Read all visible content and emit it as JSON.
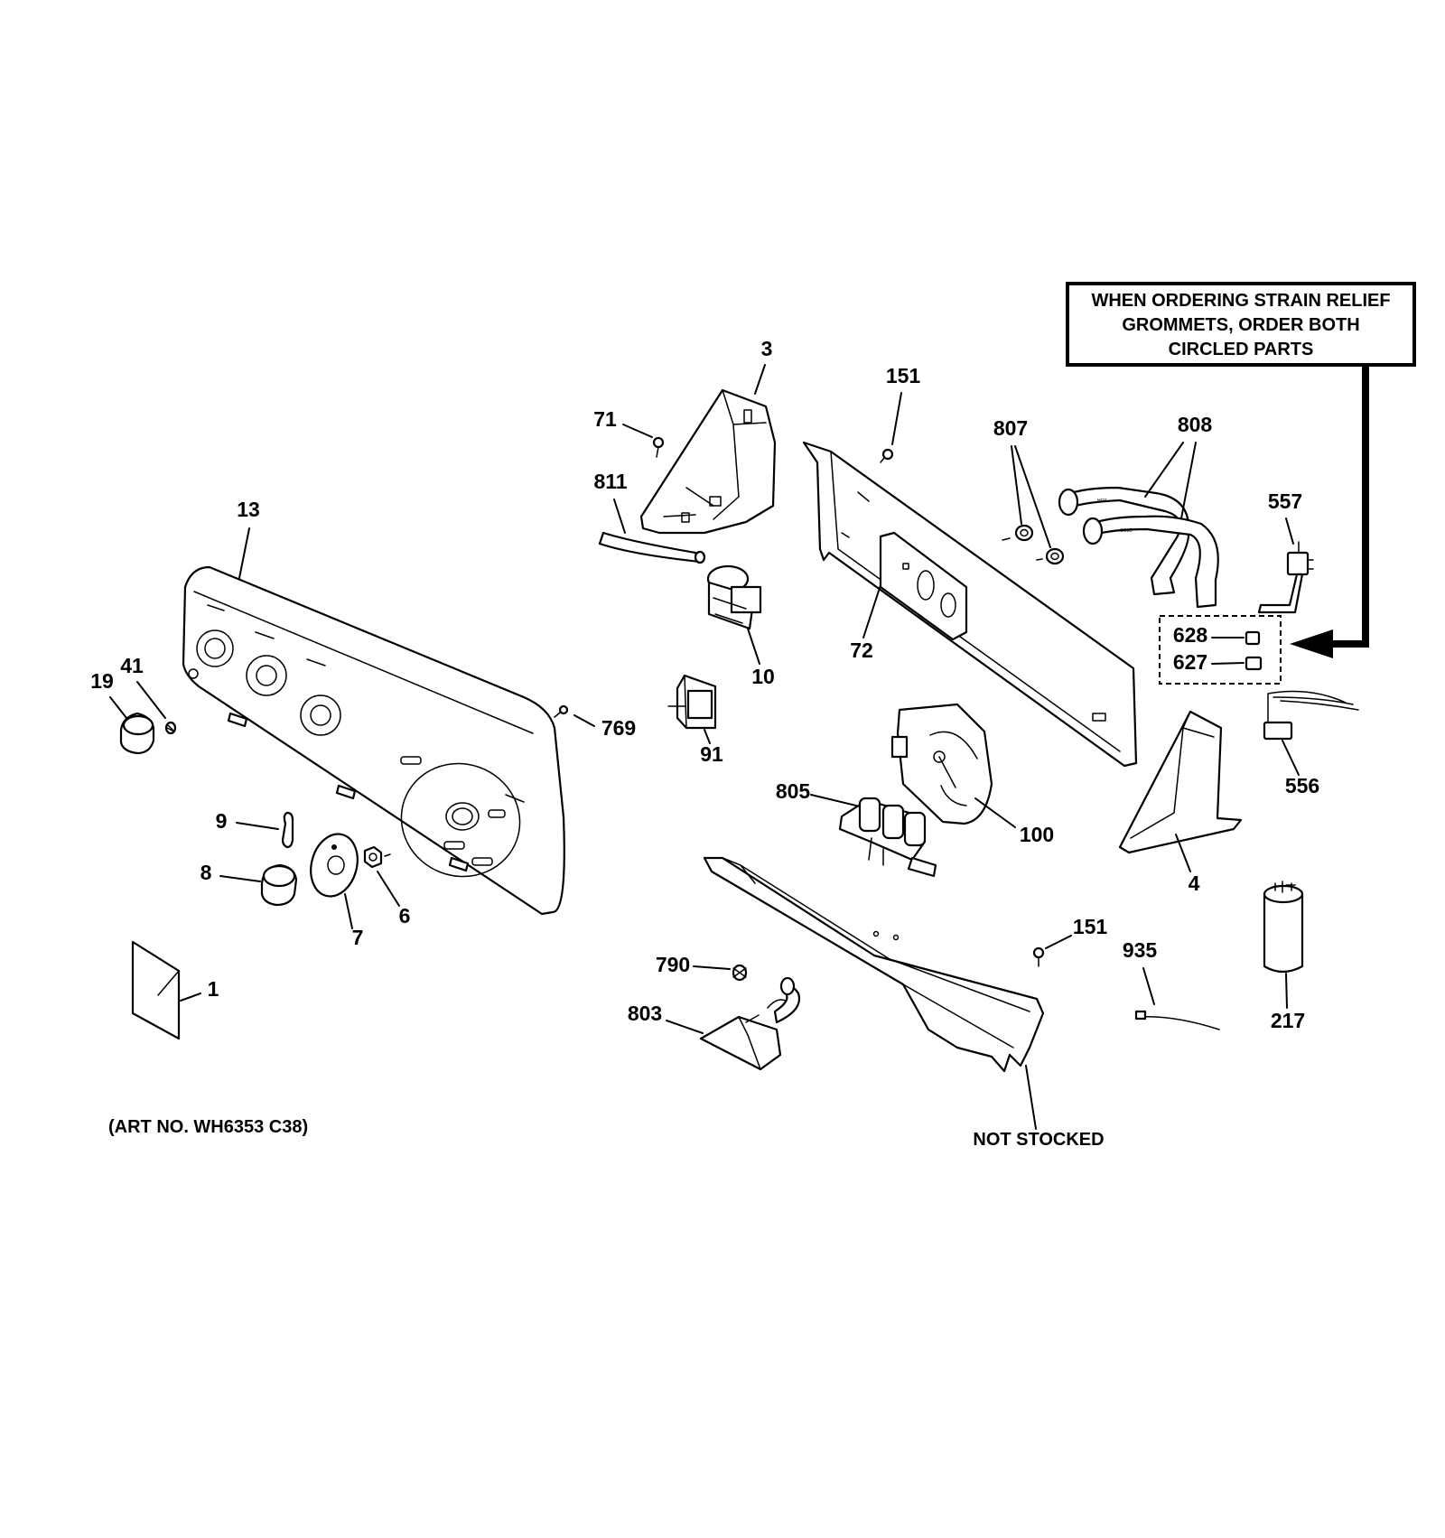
{
  "note": {
    "lines": [
      "WHEN ORDERING STRAIN RELIEF",
      "GROMMETS, ORDER BOTH",
      "CIRCLED PARTS"
    ]
  },
  "art_number": "(ART NO. WH6353 C38)",
  "not_stocked": "NOT STOCKED",
  "hose_labels": {
    "hot": "HOT",
    "cold": "COLD"
  },
  "callouts": {
    "c1": "1",
    "c3": "3",
    "c4": "4",
    "c6": "6",
    "c7": "7",
    "c8": "8",
    "c9": "9",
    "c10": "10",
    "c13": "13",
    "c19": "19",
    "c41": "41",
    "c71": "71",
    "c72": "72",
    "c91": "91",
    "c100": "100",
    "c151a": "151",
    "c151b": "151",
    "c217": "217",
    "c556": "556",
    "c557": "557",
    "c627": "627",
    "c628": "628",
    "c769": "769",
    "c790": "790",
    "c803": "803",
    "c805": "805",
    "c807": "807",
    "c808": "808",
    "c811": "811",
    "c935": "935"
  }
}
